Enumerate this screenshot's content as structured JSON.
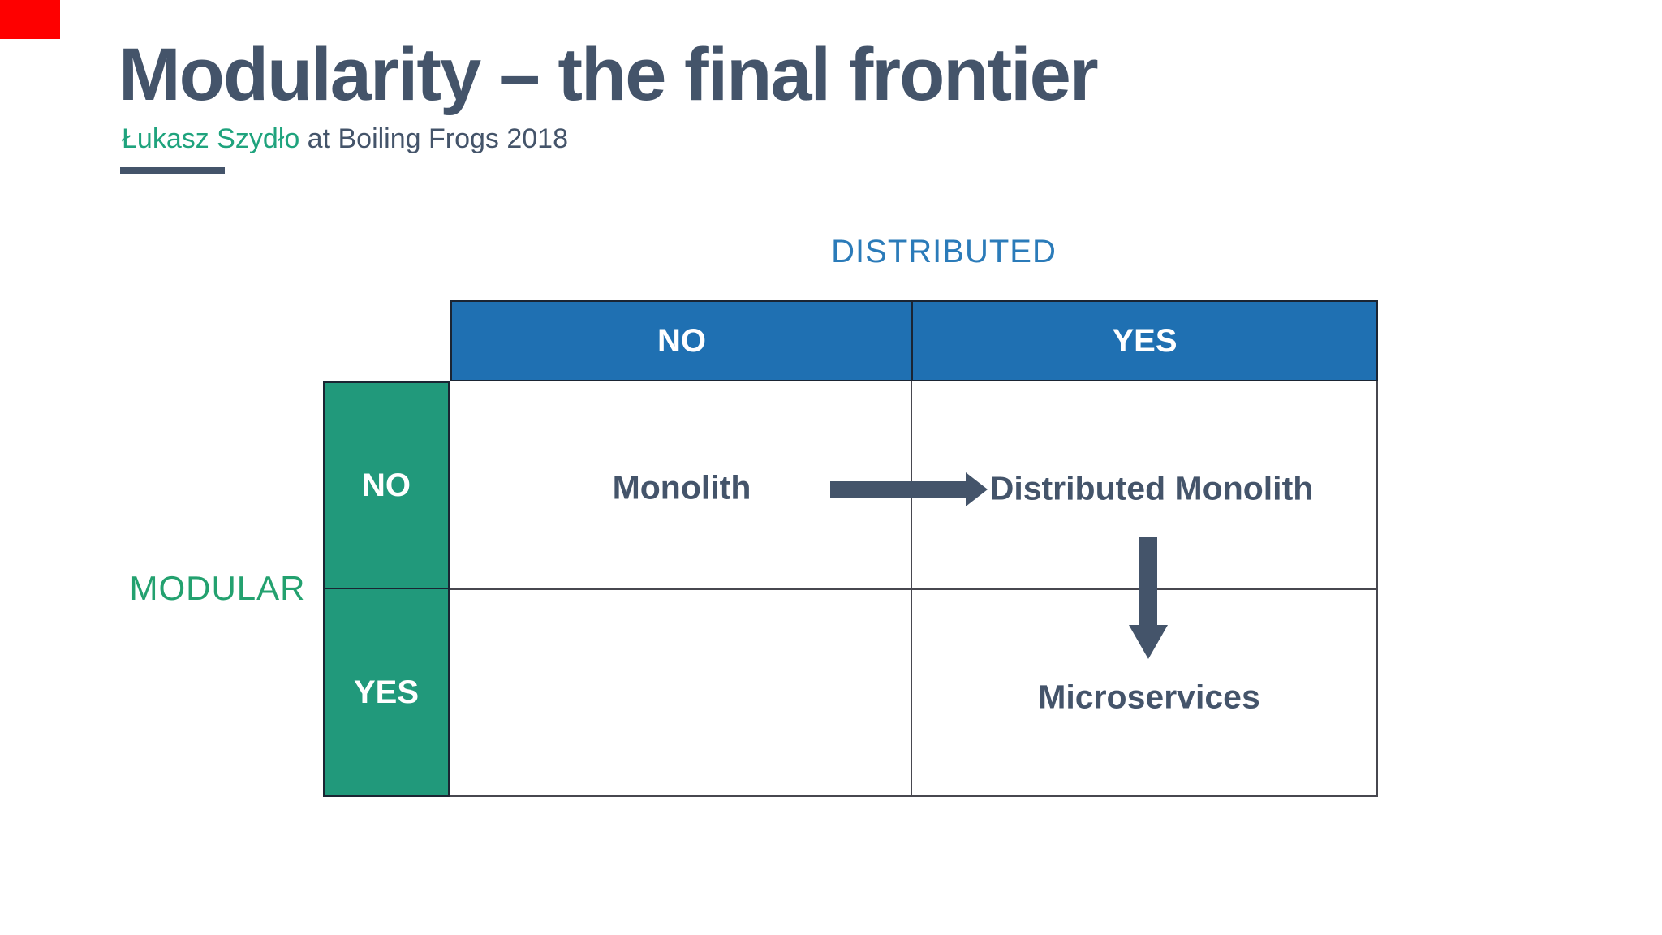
{
  "slide": {
    "title": "Modularity – the final frontier",
    "credit": {
      "author": "Łukasz Szydło",
      "rest": " at Boiling Frogs 2018"
    }
  },
  "matrix": {
    "column_axis": {
      "label": "DISTRIBUTED",
      "values": [
        "NO",
        "YES"
      ]
    },
    "row_axis": {
      "label": "MODULAR",
      "values": [
        "NO",
        "YES"
      ]
    },
    "cells": [
      {
        "row": "NO",
        "col": "NO",
        "label": "Monolith"
      },
      {
        "row": "NO",
        "col": "YES",
        "label": "Distributed Monolith"
      },
      {
        "row": "YES",
        "col": "NO",
        "label": ""
      },
      {
        "row": "YES",
        "col": "YES",
        "label": "Microservices"
      }
    ],
    "arrows": [
      {
        "name": "monolith-to-distributed-monolith",
        "direction": "right"
      },
      {
        "name": "distributed-monolith-to-microservices",
        "direction": "down"
      }
    ]
  },
  "colors": {
    "recording_marker": "#fe0000",
    "title_text": "#44546a",
    "credit_author": "#1fa37d",
    "credit_rest": "#44546a",
    "column_axis_label": "#2b7bb9",
    "column_header_fill": "#1f70b2",
    "column_header_text": "#ffffff",
    "row_header_fill": "#21997b",
    "row_header_text": "#ffffff",
    "row_axis_label": "#23a16f",
    "cell_text": "#44546a",
    "arrow": "#44546a",
    "grid_line": "#47474f"
  }
}
